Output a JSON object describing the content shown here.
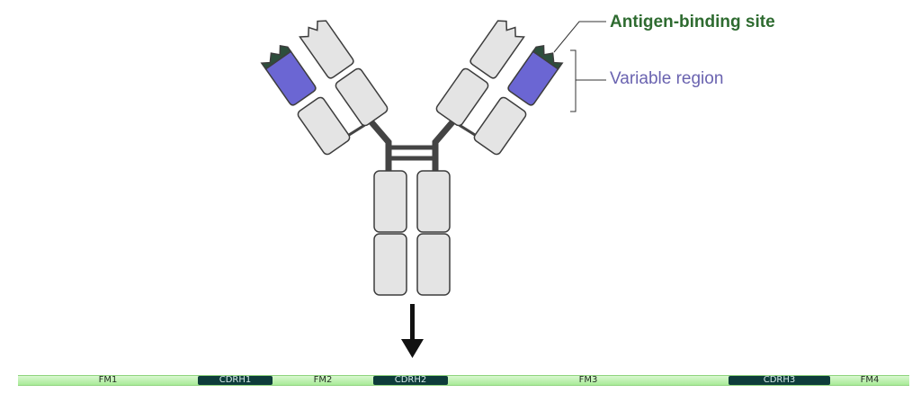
{
  "labels": {
    "antigen_binding_site": "Antigen-binding site",
    "variable_region": "Variable region"
  },
  "sequence_bar": {
    "segments": [
      {
        "label": "FM1",
        "type": "framework"
      },
      {
        "label": "CDRH1",
        "type": "cdr"
      },
      {
        "label": "FM2",
        "type": "framework"
      },
      {
        "label": "CDRH2",
        "type": "cdr"
      },
      {
        "label": "FM3",
        "type": "framework"
      },
      {
        "label": "CDRH3",
        "type": "cdr"
      },
      {
        "label": "FM4",
        "type": "framework"
      }
    ]
  },
  "colors": {
    "domain_fill": "#e4e4e4",
    "domain_stroke": "#3d3d3d",
    "variable_region": "#6b66d3",
    "antigen_site": "#2d4e3c",
    "linker": "#444444",
    "framework_bar": "#b6efa6",
    "cdr_fill": "#0e3c3a",
    "site_label": "#2e6b30",
    "region_label": "#6a63b0"
  }
}
